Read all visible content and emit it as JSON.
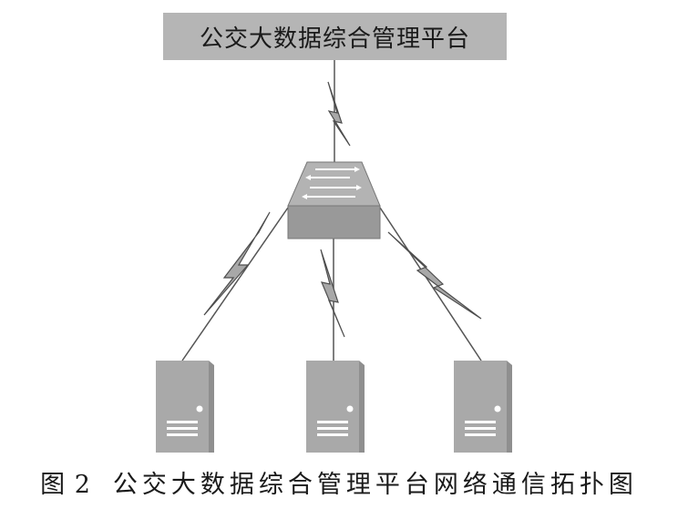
{
  "platform": {
    "label": "公交大数据综合管理平台"
  },
  "caption": {
    "label": "图 2",
    "text": "公交大数据综合管理平台网络通信拓扑图"
  },
  "colors": {
    "box_fill": "#b5b5b5",
    "switch_front": "#999999",
    "switch_top": "#b3b3b3",
    "server_front": "#a9a9a9",
    "server_side": "#8f8f8f",
    "line": "#555555",
    "bolt": "#a8a8a8"
  },
  "icons": {
    "switch": "network-switch-icon",
    "server": "server-icon",
    "link": "wireless-link-icon"
  }
}
